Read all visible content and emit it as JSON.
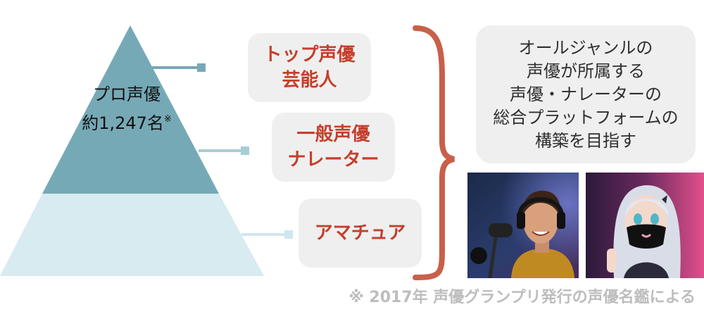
{
  "pyramid": {
    "apex_line1": "プロ声優",
    "apex_line2": "約1,247名",
    "apex_mark": "※",
    "colors": {
      "top": "#76a9b6",
      "middle": "#a6cdd6",
      "bottom": "#d7ebf0"
    }
  },
  "tiers": [
    {
      "line1": "トップ声優",
      "line2": "芸能人"
    },
    {
      "line1": "一般声優",
      "line2": "ナレーター"
    },
    {
      "line1": "アマチュア",
      "line2": ""
    }
  ],
  "goal": {
    "lines": [
      "オールジャンルの",
      "声優が所属する",
      "声優・ナレーターの",
      "総合プラットフォームの",
      "構築を目指す"
    ]
  },
  "footnote": "※ 2017年 声優グランプリ発行の声優名鑑による",
  "accent_color": "#c8604a"
}
